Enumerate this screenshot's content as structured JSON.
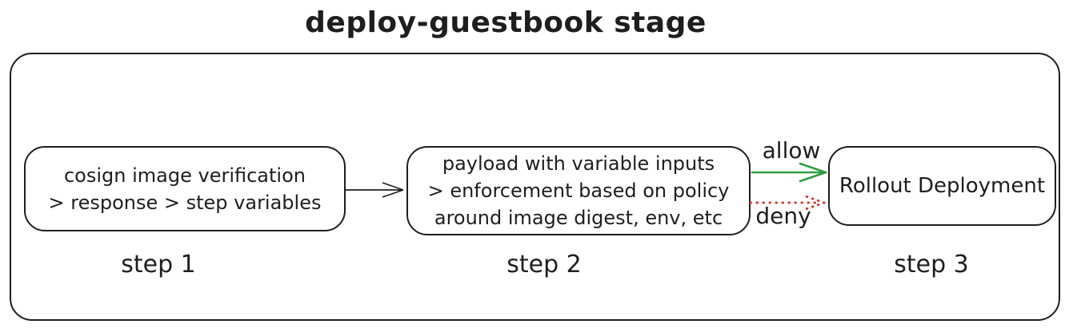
{
  "title": "deploy-guestbook stage",
  "colors": {
    "ink": "#1e1e1e",
    "allow_green": "#2f9e44",
    "deny_red": "#e03131",
    "background": "#ffffff"
  },
  "stage": {
    "steps": [
      {
        "label": "step 1",
        "box_lines": [
          "cosign image verification",
          "> response > step variables"
        ]
      },
      {
        "label": "step 2",
        "box_lines": [
          "payload with variable inputs",
          "> enforcement based on policy",
          "around image digest, env, etc"
        ]
      },
      {
        "label": "step 3",
        "box_lines": [
          "Rollout Deployment"
        ]
      }
    ],
    "edges": [
      {
        "from": "step 1",
        "to": "step 2",
        "label": "",
        "style": "solid",
        "color": "#1e1e1e"
      },
      {
        "from": "step 2",
        "to": "step 3",
        "label": "allow",
        "style": "solid",
        "color": "#2f9e44"
      },
      {
        "from": "step 2",
        "to": "step 3",
        "label": "deny",
        "style": "dotted",
        "color": "#e03131"
      }
    ]
  }
}
